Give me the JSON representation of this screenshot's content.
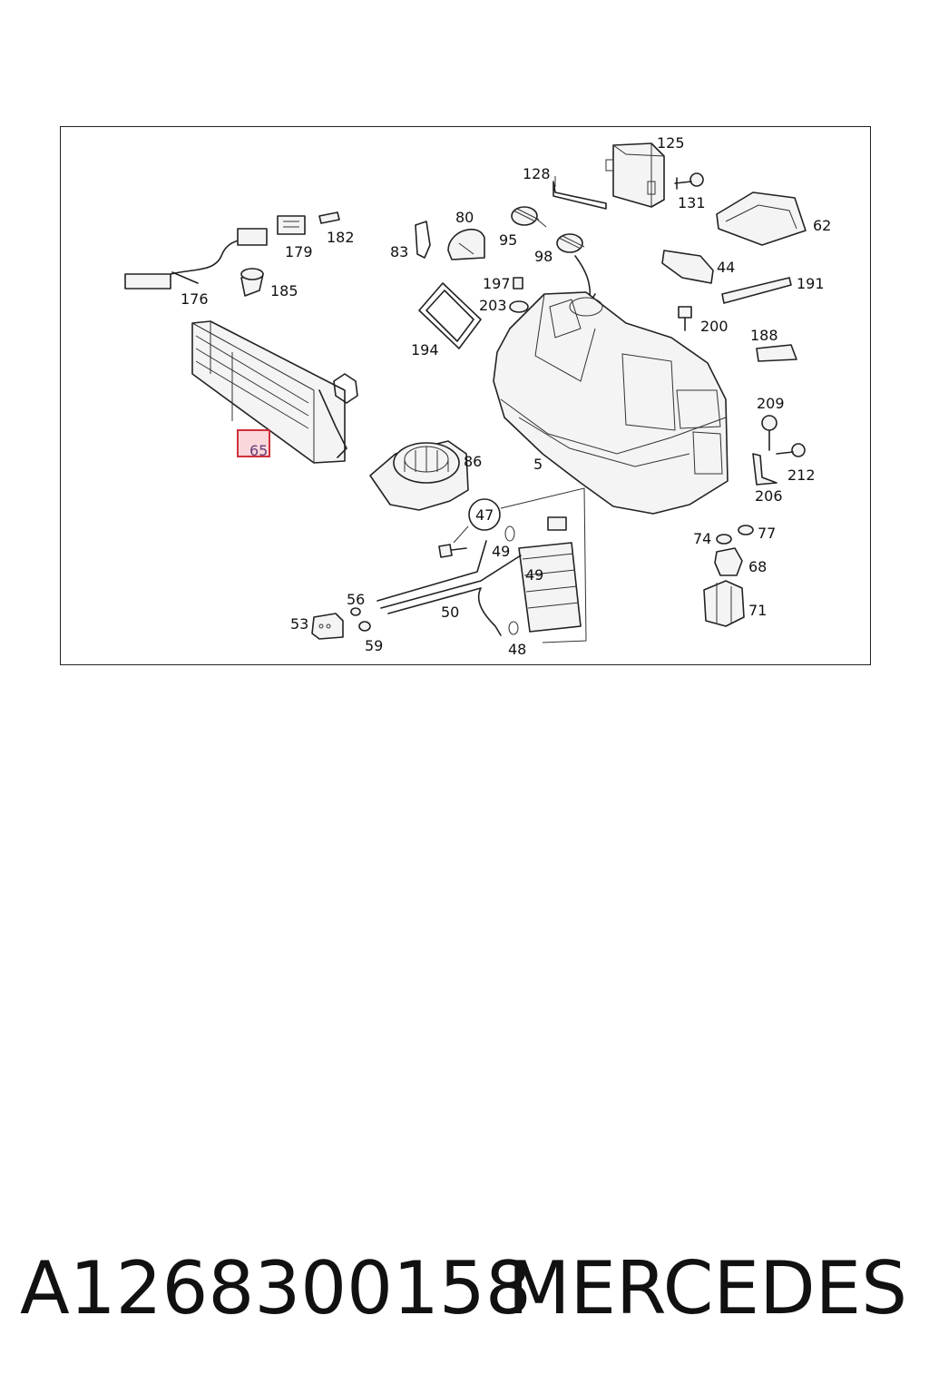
{
  "diagram": {
    "labels": {
      "l125": "125",
      "l128": "128",
      "l131": "131",
      "l62": "62",
      "l80": "80",
      "l83": "83",
      "l95": "95",
      "l98": "98",
      "l179": "179",
      "l182": "182",
      "l176": "176",
      "l185": "185",
      "l197": "197",
      "l203": "203",
      "l194": "194",
      "l44": "44",
      "l191": "191",
      "l200": "200",
      "l188": "188",
      "l209": "209",
      "l212": "212",
      "l206": "206",
      "l65": "65",
      "l86": "86",
      "l5": "5",
      "l47": "47",
      "l49a": "49",
      "l49b": "49",
      "l74": "74",
      "l77": "77",
      "l68": "68",
      "l71": "71",
      "l56": "56",
      "l50": "50",
      "l53": "53",
      "l59": "59",
      "l48": "48"
    },
    "highlight_color": "#d0303a"
  },
  "caption": {
    "part_number": "A1268300158",
    "brand": "MERCEDES"
  }
}
